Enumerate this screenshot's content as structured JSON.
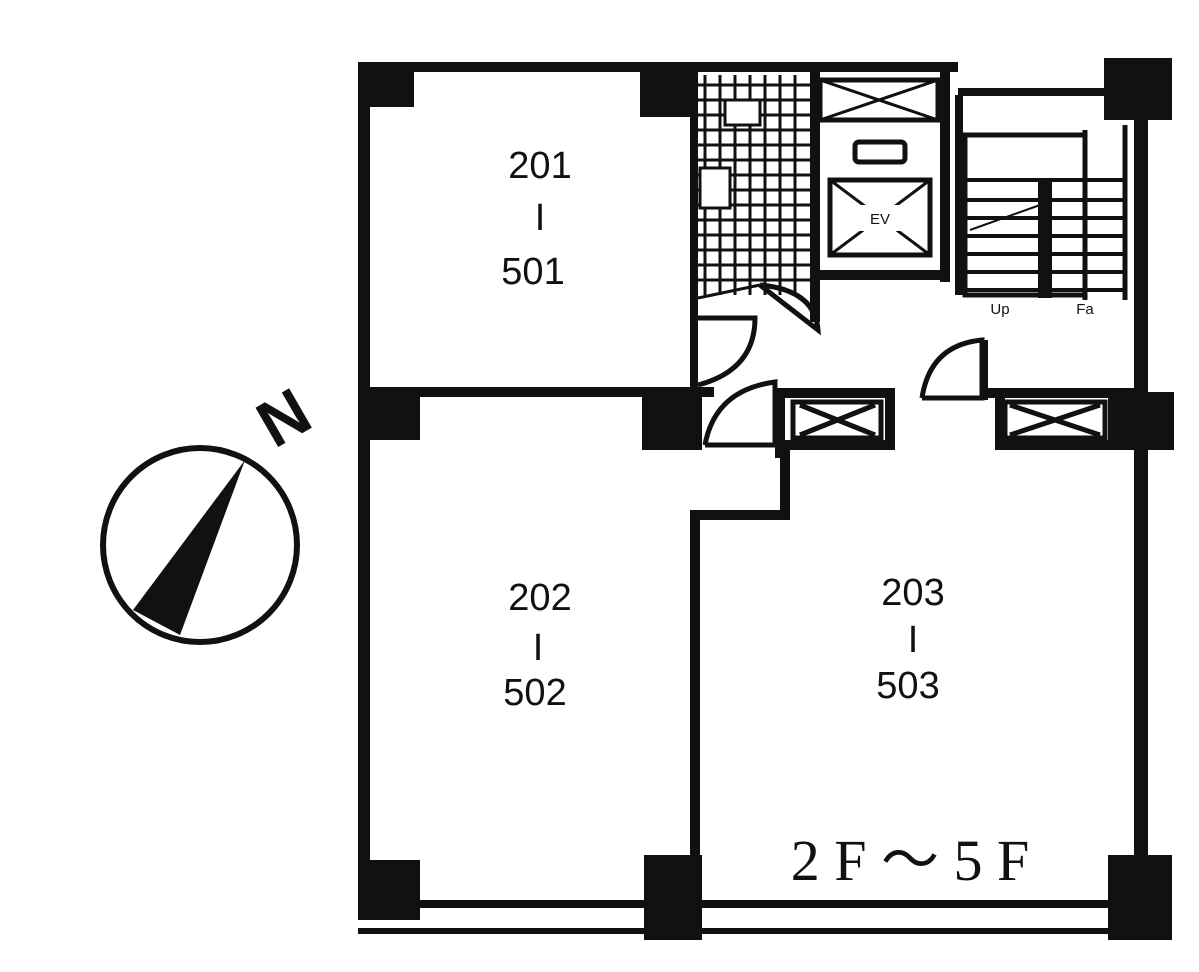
{
  "units": [
    {
      "top": "201",
      "sep": "I",
      "bottom": "501"
    },
    {
      "top": "202",
      "sep": "I",
      "bottom": "502"
    },
    {
      "top": "203",
      "sep": "I",
      "bottom": "503"
    }
  ],
  "floor_range": "2 F ～ 5 F",
  "compass": {
    "north": "N"
  },
  "elevator_label": "EV",
  "stair_labels": {
    "up": "Up",
    "floor": "Fa"
  },
  "colors": {
    "wall": "#111111",
    "background": "#ffffff"
  }
}
